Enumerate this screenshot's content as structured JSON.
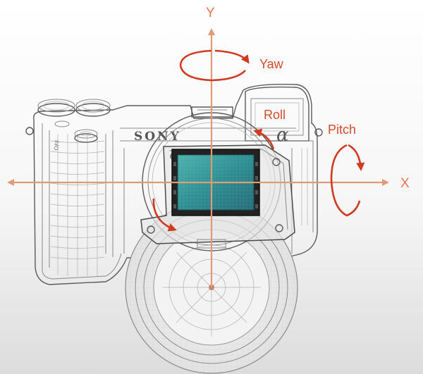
{
  "diagram": {
    "camera_brand": "SONY",
    "camera_mark": "α",
    "dial_mark": "OFF",
    "axes": {
      "y_label": "Y",
      "x_label": "X"
    },
    "motions": {
      "yaw": "Yaw",
      "roll": "Roll",
      "pitch": "Pitch"
    },
    "colors": {
      "axis": "#e09b76",
      "axis_label": "#e07a52",
      "motion_arrow": "#d03a20",
      "motion_label": "#d64a2a",
      "sensor": "#3a9a96",
      "wireframe": "#8a8a8a"
    }
  }
}
